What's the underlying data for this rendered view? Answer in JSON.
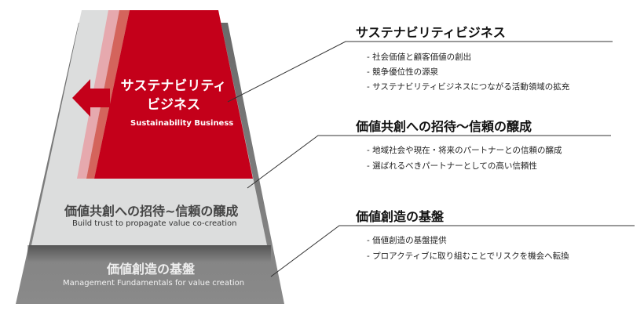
{
  "pyramid": {
    "top": {
      "title_line1": "サステナビリティ",
      "title_line2": "ビジネス",
      "subtitle": "Sustainability Business"
    },
    "middle": {
      "title": "価値共創への招待~信頼の醸成",
      "subtitle": "Build trust to propagate value co-creation"
    },
    "bottom": {
      "title": "価値創造の基盤",
      "subtitle": "Management Fundamentals for value creation"
    }
  },
  "sections": [
    {
      "heading": "サステナビリティビジネス",
      "bullets": [
        "社会価値と顧客価値の創出",
        "競争優位性の源泉",
        "サステナビリティビジネスにつながる活動領域の拡充"
      ]
    },
    {
      "heading": "価値共創への招待～信頼の醸成",
      "bullets": [
        "地域社会や現在・将来のパートナーとの信頼の醸成",
        "選ばれるべきパートナーとしての高い信頼性"
      ]
    },
    {
      "heading": "価値創造の基盤",
      "bullets": [
        "価値創造の基盤提供",
        "プロアクティブに取り組むことでリスクを機会へ転換"
      ]
    }
  ],
  "colors": {
    "red": "#c4001a",
    "light_gray": "#dcdddd",
    "dark_gray": "#7a7a7a"
  }
}
